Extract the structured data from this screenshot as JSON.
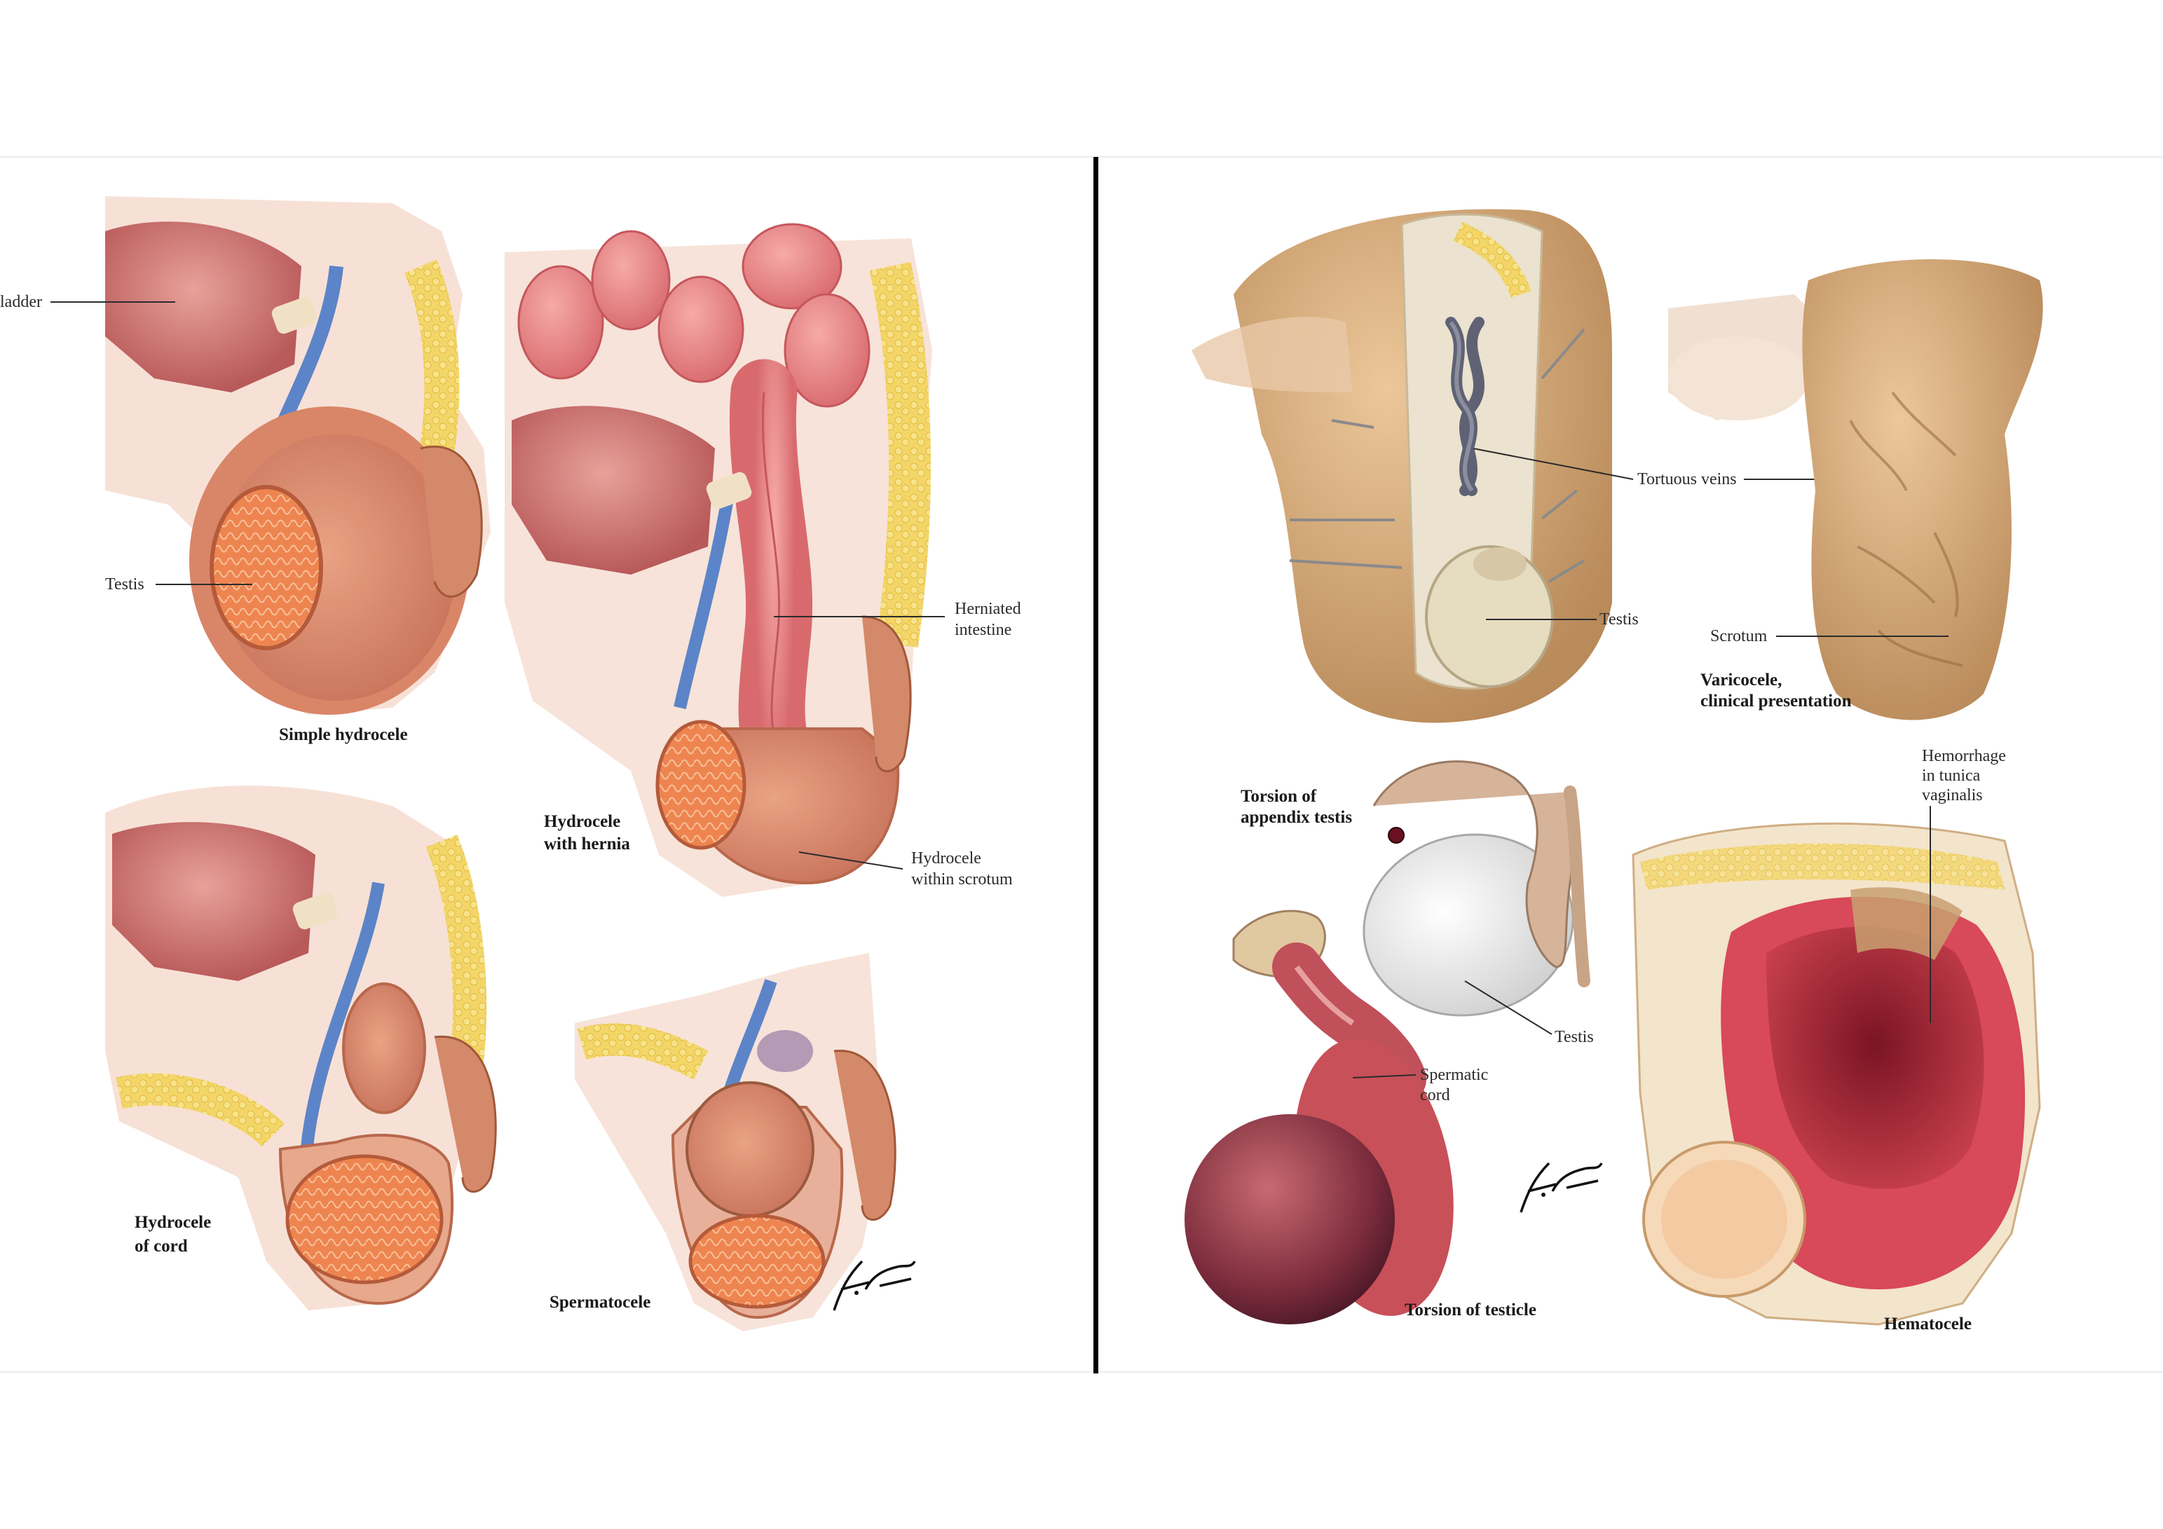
{
  "left_panel": {
    "labels": {
      "bladder": "ladder",
      "testis": "Testis",
      "herniated_intestine_1": "Herniated",
      "herniated_intestine_2": "intestine",
      "hydrocele_within_scrotum_1": "Hydrocele",
      "hydrocele_within_scrotum_2": "within scrotum"
    },
    "captions": {
      "simple_hydrocele": "Simple hydrocele",
      "hydrocele_with_hernia_1": "Hydrocele",
      "hydrocele_with_hernia_2": "with hernia",
      "hydrocele_of_cord_1": "Hydrocele",
      "hydrocele_of_cord_2": "of cord",
      "spermatocele": "Spermatocele"
    },
    "signature": "F. Netter M.D."
  },
  "right_panel": {
    "labels": {
      "tortuous_veins": "Tortuous veins",
      "testis_varicocele": "Testis",
      "scrotum": "Scrotum",
      "testis_torsion": "Testis",
      "spermatic_cord_1": "Spermatic",
      "spermatic_cord_2": "cord",
      "hemorrhage_1": "Hemorrhage",
      "hemorrhage_2": "in tunica",
      "hemorrhage_3": "vaginalis"
    },
    "captions": {
      "varicocele_1": "Varicocele,",
      "varicocele_2": "clinical presentation",
      "torsion_appendix_1": "Torsion of",
      "torsion_appendix_2": "appendix testis",
      "torsion_testicle": "Torsion of testicle",
      "hematocele": "Hematocele"
    },
    "signature": "F. Netter M.D."
  },
  "colors": {
    "divider": "#000000",
    "flesh": "#e9a48a",
    "muscle": "#c96a5f",
    "fat": "#f2d35a",
    "vein": "#5c84c8",
    "testis_tubules": "#e9804a",
    "intestine": "#e07c80",
    "skin": "#d9ae80",
    "blood": "#a8283a"
  }
}
